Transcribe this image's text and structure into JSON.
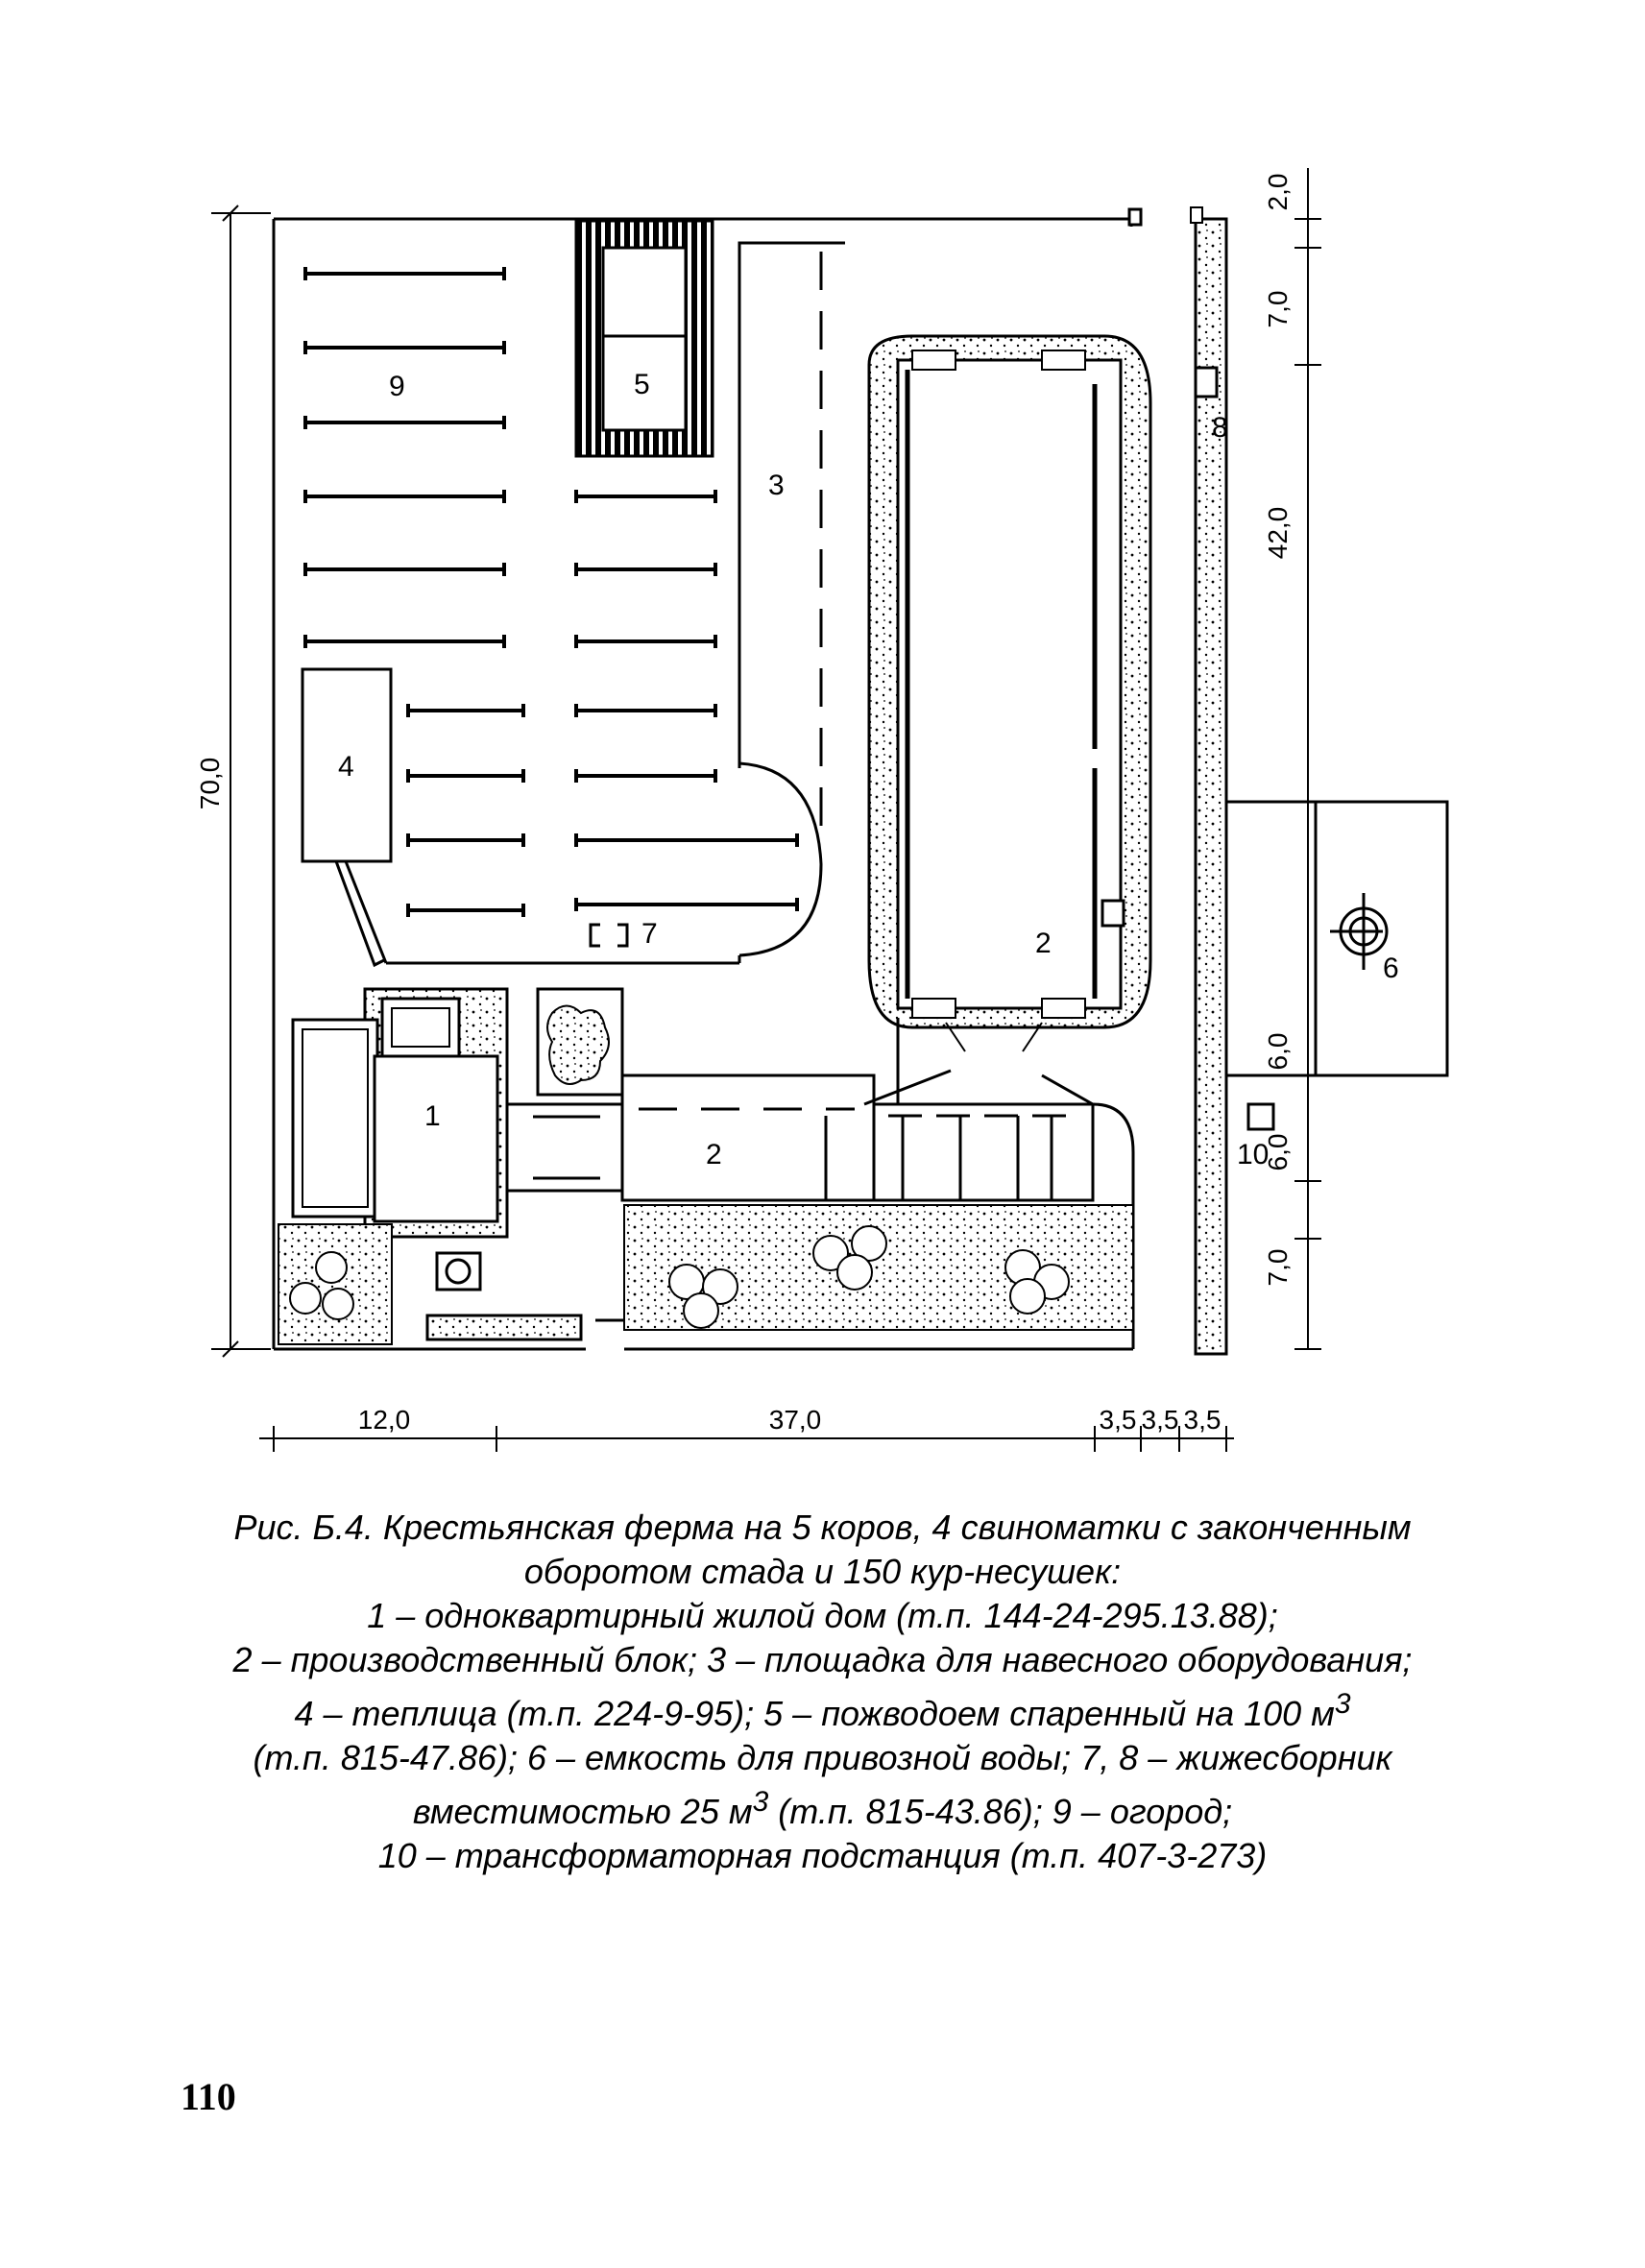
{
  "figure": {
    "labels": {
      "house": "1",
      "block_main": "2",
      "block_lower": "2",
      "platform": "3",
      "greenhouse": "4",
      "reservoir": "5",
      "water_tank": "6",
      "collector_7": "7",
      "collector_8": "8",
      "garden": "9",
      "substation": "10"
    },
    "dimensions": {
      "left_total": "70,0",
      "bottom": [
        "12,0",
        "37,0",
        "3,5",
        "3,5",
        "3,5"
      ],
      "right": [
        "2,0",
        "7,0",
        "42,0",
        "6,0",
        "6,0",
        "7,0"
      ]
    }
  },
  "caption": {
    "lines": [
      "Рис. Б.4. Крестьянская ферма на 5 коров, 4 свиноматки с законченным",
      "оборотом стада и 150 кур-несушек:",
      "1 – одноквартирный жилой дом (т.п. 144-24-295.13.88);",
      "2 – производственный блок; 3 – площадка для навесного оборудования;",
      "4 – теплица (т.п. 224-9-95); 5 – пожводоем спаренный на 100 м",
      "(т.п. 815-47.86); 6 – емкость для привозной воды; 7, 8 – жижесборник",
      "вместимостью 25 м",
      "(т.п. 815-43.86); 9 – огород;",
      "10 – трансформаторная подстанция (т.п. 407-3-273)"
    ],
    "sup": "3"
  },
  "page_number": "110"
}
